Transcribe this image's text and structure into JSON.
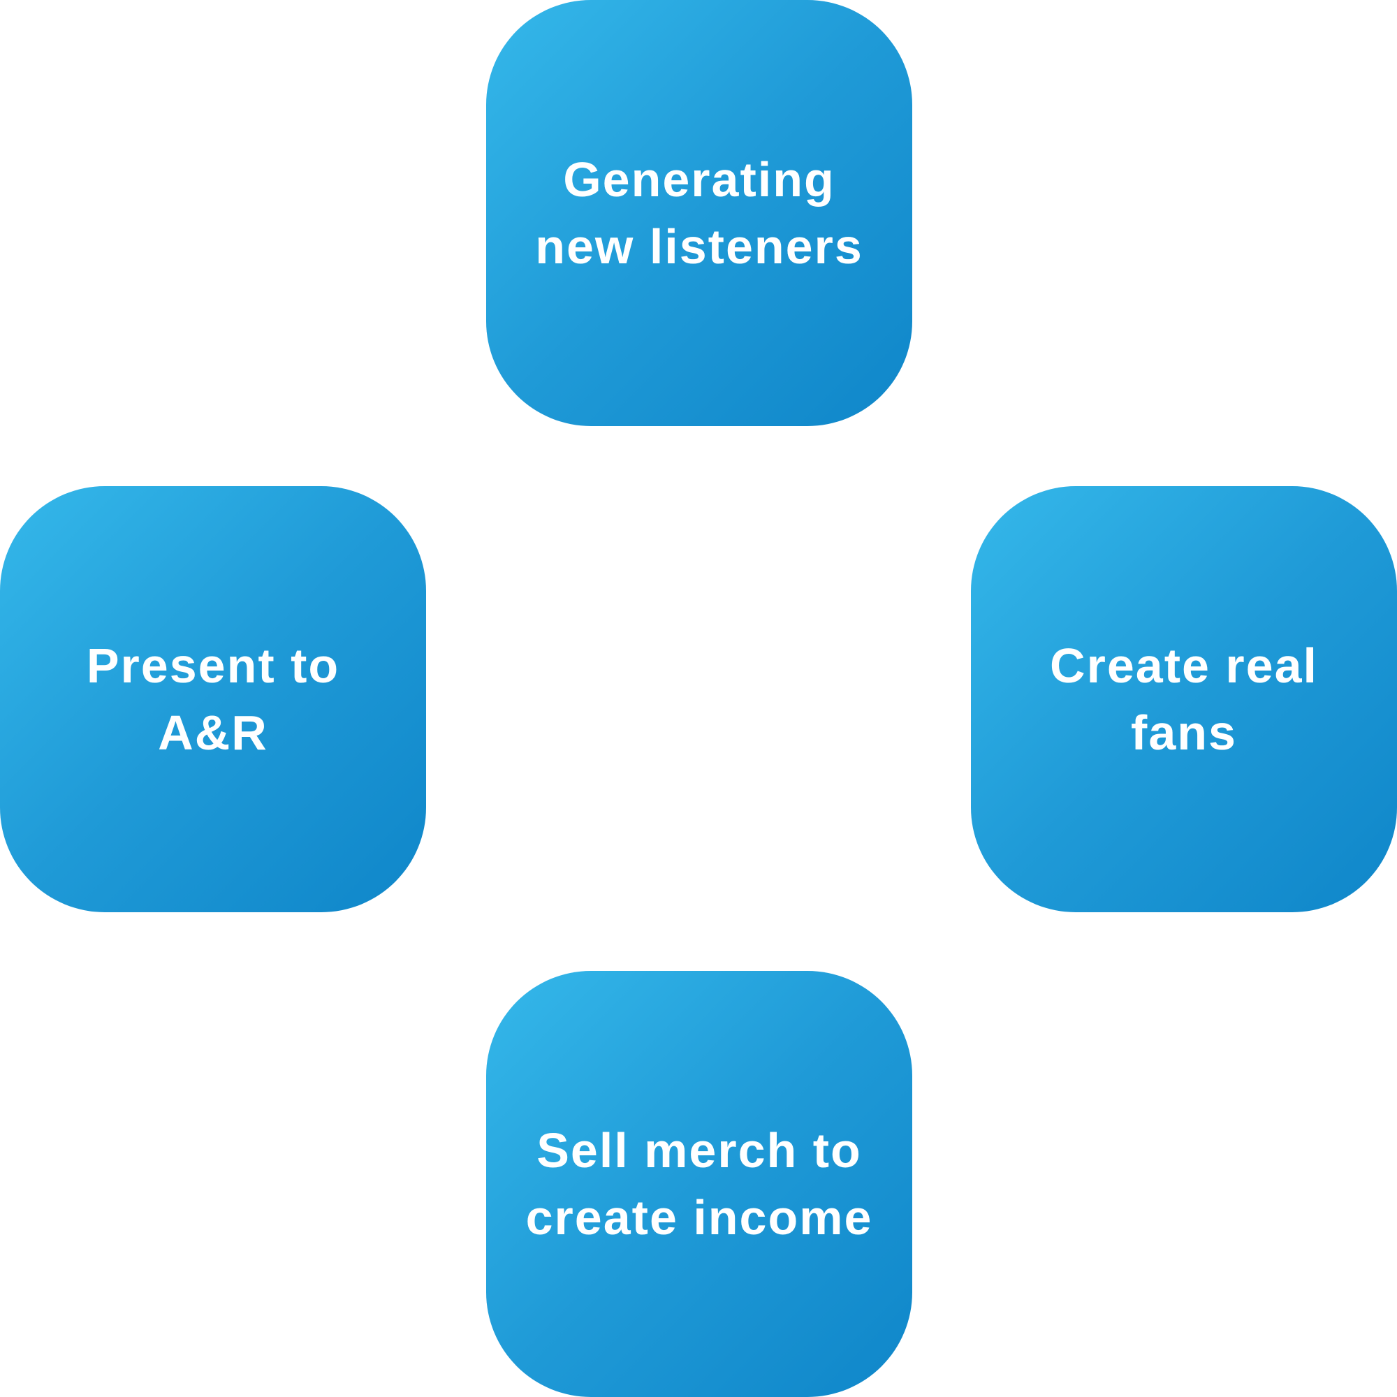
{
  "colors": {
    "tile_gradient_start": "#35b8ea",
    "tile_gradient_end": "#0f86c9",
    "label": "#ffffff",
    "background": "#ffffff"
  },
  "tiles": {
    "top": {
      "label": "Generating\nnew listeners"
    },
    "left": {
      "label": "Present to\nA&R"
    },
    "right": {
      "label": "Create real\nfans"
    },
    "bottom": {
      "label": "Sell merch to\ncreate income"
    }
  }
}
